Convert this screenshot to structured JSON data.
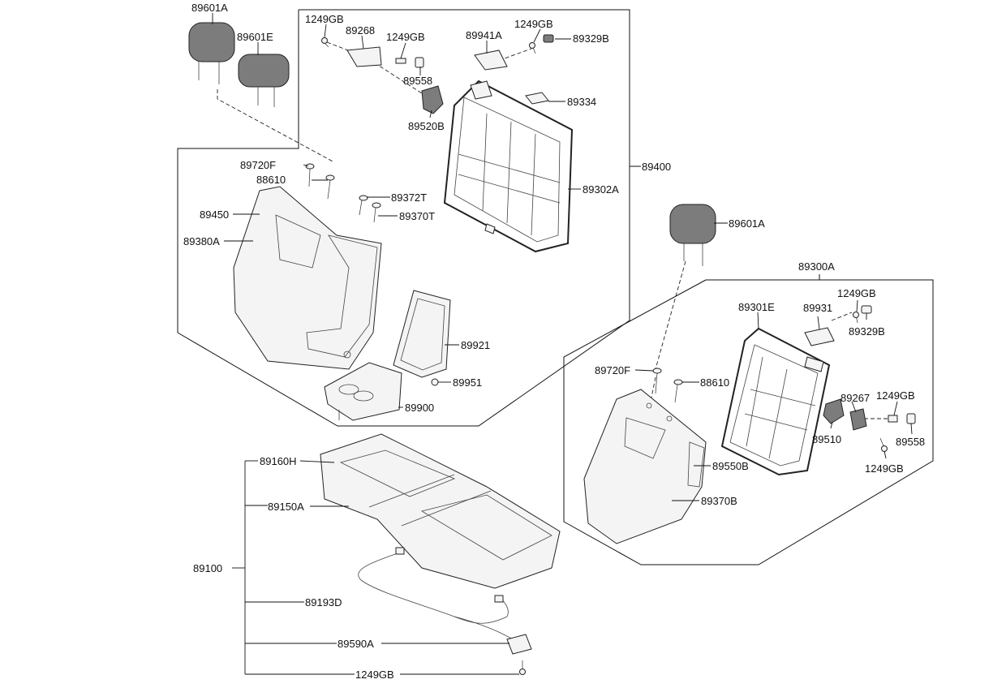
{
  "labels": {
    "l89601a_top": "89601A",
    "l89601e": "89601E",
    "l1249gb_a": "1249GB",
    "l89268": "89268",
    "l1249gb_b": "1249GB",
    "l89941a": "89941A",
    "l1249gb_c": "1249GB",
    "l89329b_top": "89329B",
    "l89558_top": "89558",
    "l89520b": "89520B",
    "l89334": "89334",
    "l89400": "89400",
    "l89720f_left": "89720F",
    "l88610_left": "88610",
    "l89302a": "89302A",
    "l89372t": "89372T",
    "l89450": "89450",
    "l89370t": "89370T",
    "l89380a": "89380A",
    "l89601a_right": "89601A",
    "l89300a": "89300A",
    "l89301e": "89301E",
    "l89931": "89931",
    "l1249gb_d": "1249GB",
    "l89329b_right": "89329B",
    "l89921": "89921",
    "l89951": "89951",
    "l89720f_right": "89720F",
    "l88610_right": "88610",
    "l89267": "89267",
    "l1249gb_e": "1249GB",
    "l89900": "89900",
    "l89510": "89510",
    "l89558_right": "89558",
    "l89160h": "89160H",
    "l89550b": "89550B",
    "l1249gb_f": "1249GB",
    "l89150a": "89150A",
    "l89370b": "89370B",
    "l89100": "89100",
    "l89193d": "89193D",
    "l89590a": "89590A",
    "l1249gb_g": "1249GB"
  }
}
